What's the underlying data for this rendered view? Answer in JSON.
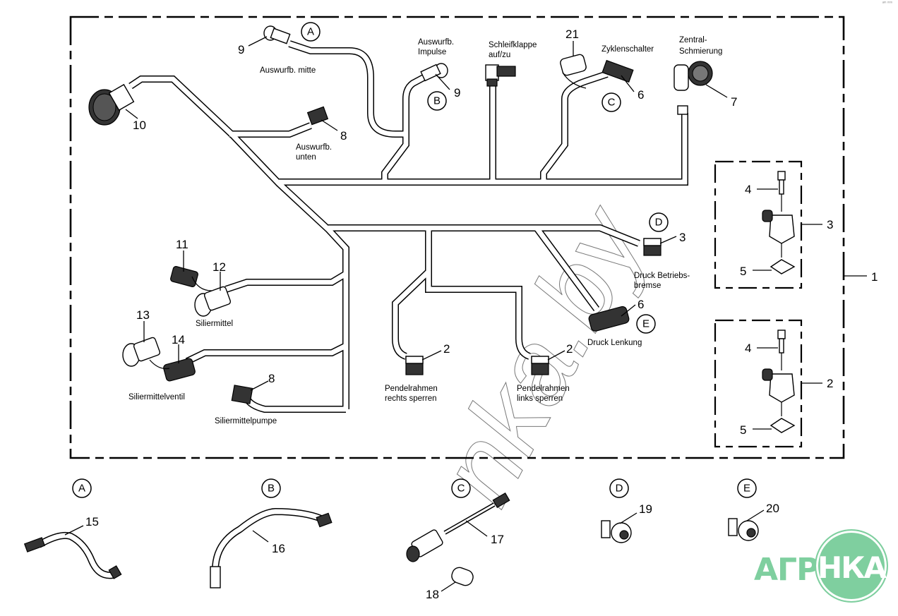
{
  "corner_mark": "ᵃᵐ ᵐᵐ",
  "frame": {
    "callout": "1"
  },
  "main_harness": {
    "labels": {
      "auswurf_mitte": "Auswurfb. mitte",
      "auswurf_impulse_1": "Auswurfb.",
      "auswurf_impulse_2": "Impulse",
      "schleifklappe_1": "Schleifklappe",
      "schleifklappe_2": "auf/zu",
      "zyklenschalter": "Zyklenschalter",
      "zentral_1": "Zentral-",
      "zentral_2": "Schmierung",
      "auswurf_unten_1": "Auswurfb.",
      "auswurf_unten_2": "unten",
      "druck_betriebs_1": "Druck Betriebs-",
      "druck_betriebs_2": "bremse",
      "druck_lenkung": "Druck Lenkung",
      "siliermittel": "Siliermittel",
      "siliermittelventil": "Siliermittelventil",
      "siliermittelpumpe": "Siliermittelpumpe",
      "pendel_rechts_1": "Pendelrahmen",
      "pendel_rechts_2": "rechts sperren",
      "pendel_links_1": "Pendelrahmen",
      "pendel_links_2": "links sperren"
    },
    "callouts": {
      "c9a": "9",
      "c9b": "9",
      "c10": "10",
      "c8a": "8",
      "c21": "21",
      "c6a": "6",
      "c7": "7",
      "c3": "3",
      "c6b": "6",
      "c11": "11",
      "c12": "12",
      "c13": "13",
      "c14": "14",
      "c8b": "8",
      "c2a": "2",
      "c2b": "2"
    },
    "letters": {
      "A": "A",
      "B": "B",
      "C": "C",
      "D": "D",
      "E": "E"
    }
  },
  "kits": [
    {
      "callout": "3",
      "bolt": "4",
      "seal": "5"
    },
    {
      "callout": "2",
      "bolt": "4",
      "seal": "5"
    }
  ],
  "details": [
    {
      "letter": "A",
      "parts": [
        "15"
      ]
    },
    {
      "letter": "B",
      "parts": [
        "16"
      ]
    },
    {
      "letter": "C",
      "parts": [
        "17",
        "18"
      ]
    },
    {
      "letter": "D",
      "parts": [
        "19"
      ]
    },
    {
      "letter": "E",
      "parts": [
        "20"
      ]
    }
  ],
  "watermark": "nka.by",
  "logo": {
    "text_left": "АГРО",
    "text_circle": "НКА",
    "color": "#7fcf9f"
  }
}
